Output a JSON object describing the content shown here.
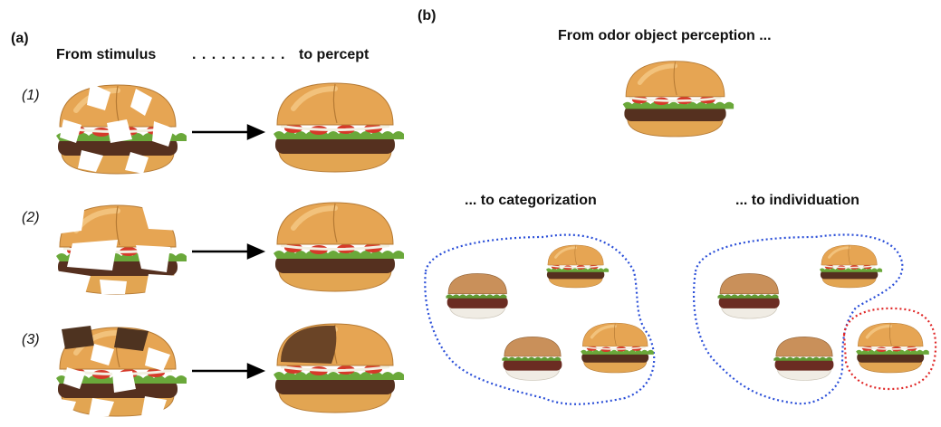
{
  "panel_a": {
    "label": "(a)",
    "header_from": "From stimulus",
    "header_dots": ". . . . . . . . . .",
    "header_to": "to percept",
    "rows": [
      {
        "label": "(1)"
      },
      {
        "label": "(2)"
      },
      {
        "label": "(3)"
      }
    ]
  },
  "panel_b": {
    "label": "(b)",
    "title": "From odor object perception ...",
    "categorization": "... to categorization",
    "individuation": "... to individuation"
  },
  "colors": {
    "bun": "#e0a050",
    "bun_light": "#f2c27a",
    "lettuce": "#6aa83a",
    "tomato": "#d63a2a",
    "patty": "#5a3322",
    "cheese": "#f0f0e6",
    "dark_bun": "#5c3a22",
    "blue_outline": "#2b4fd8",
    "red_outline": "#e02828"
  }
}
